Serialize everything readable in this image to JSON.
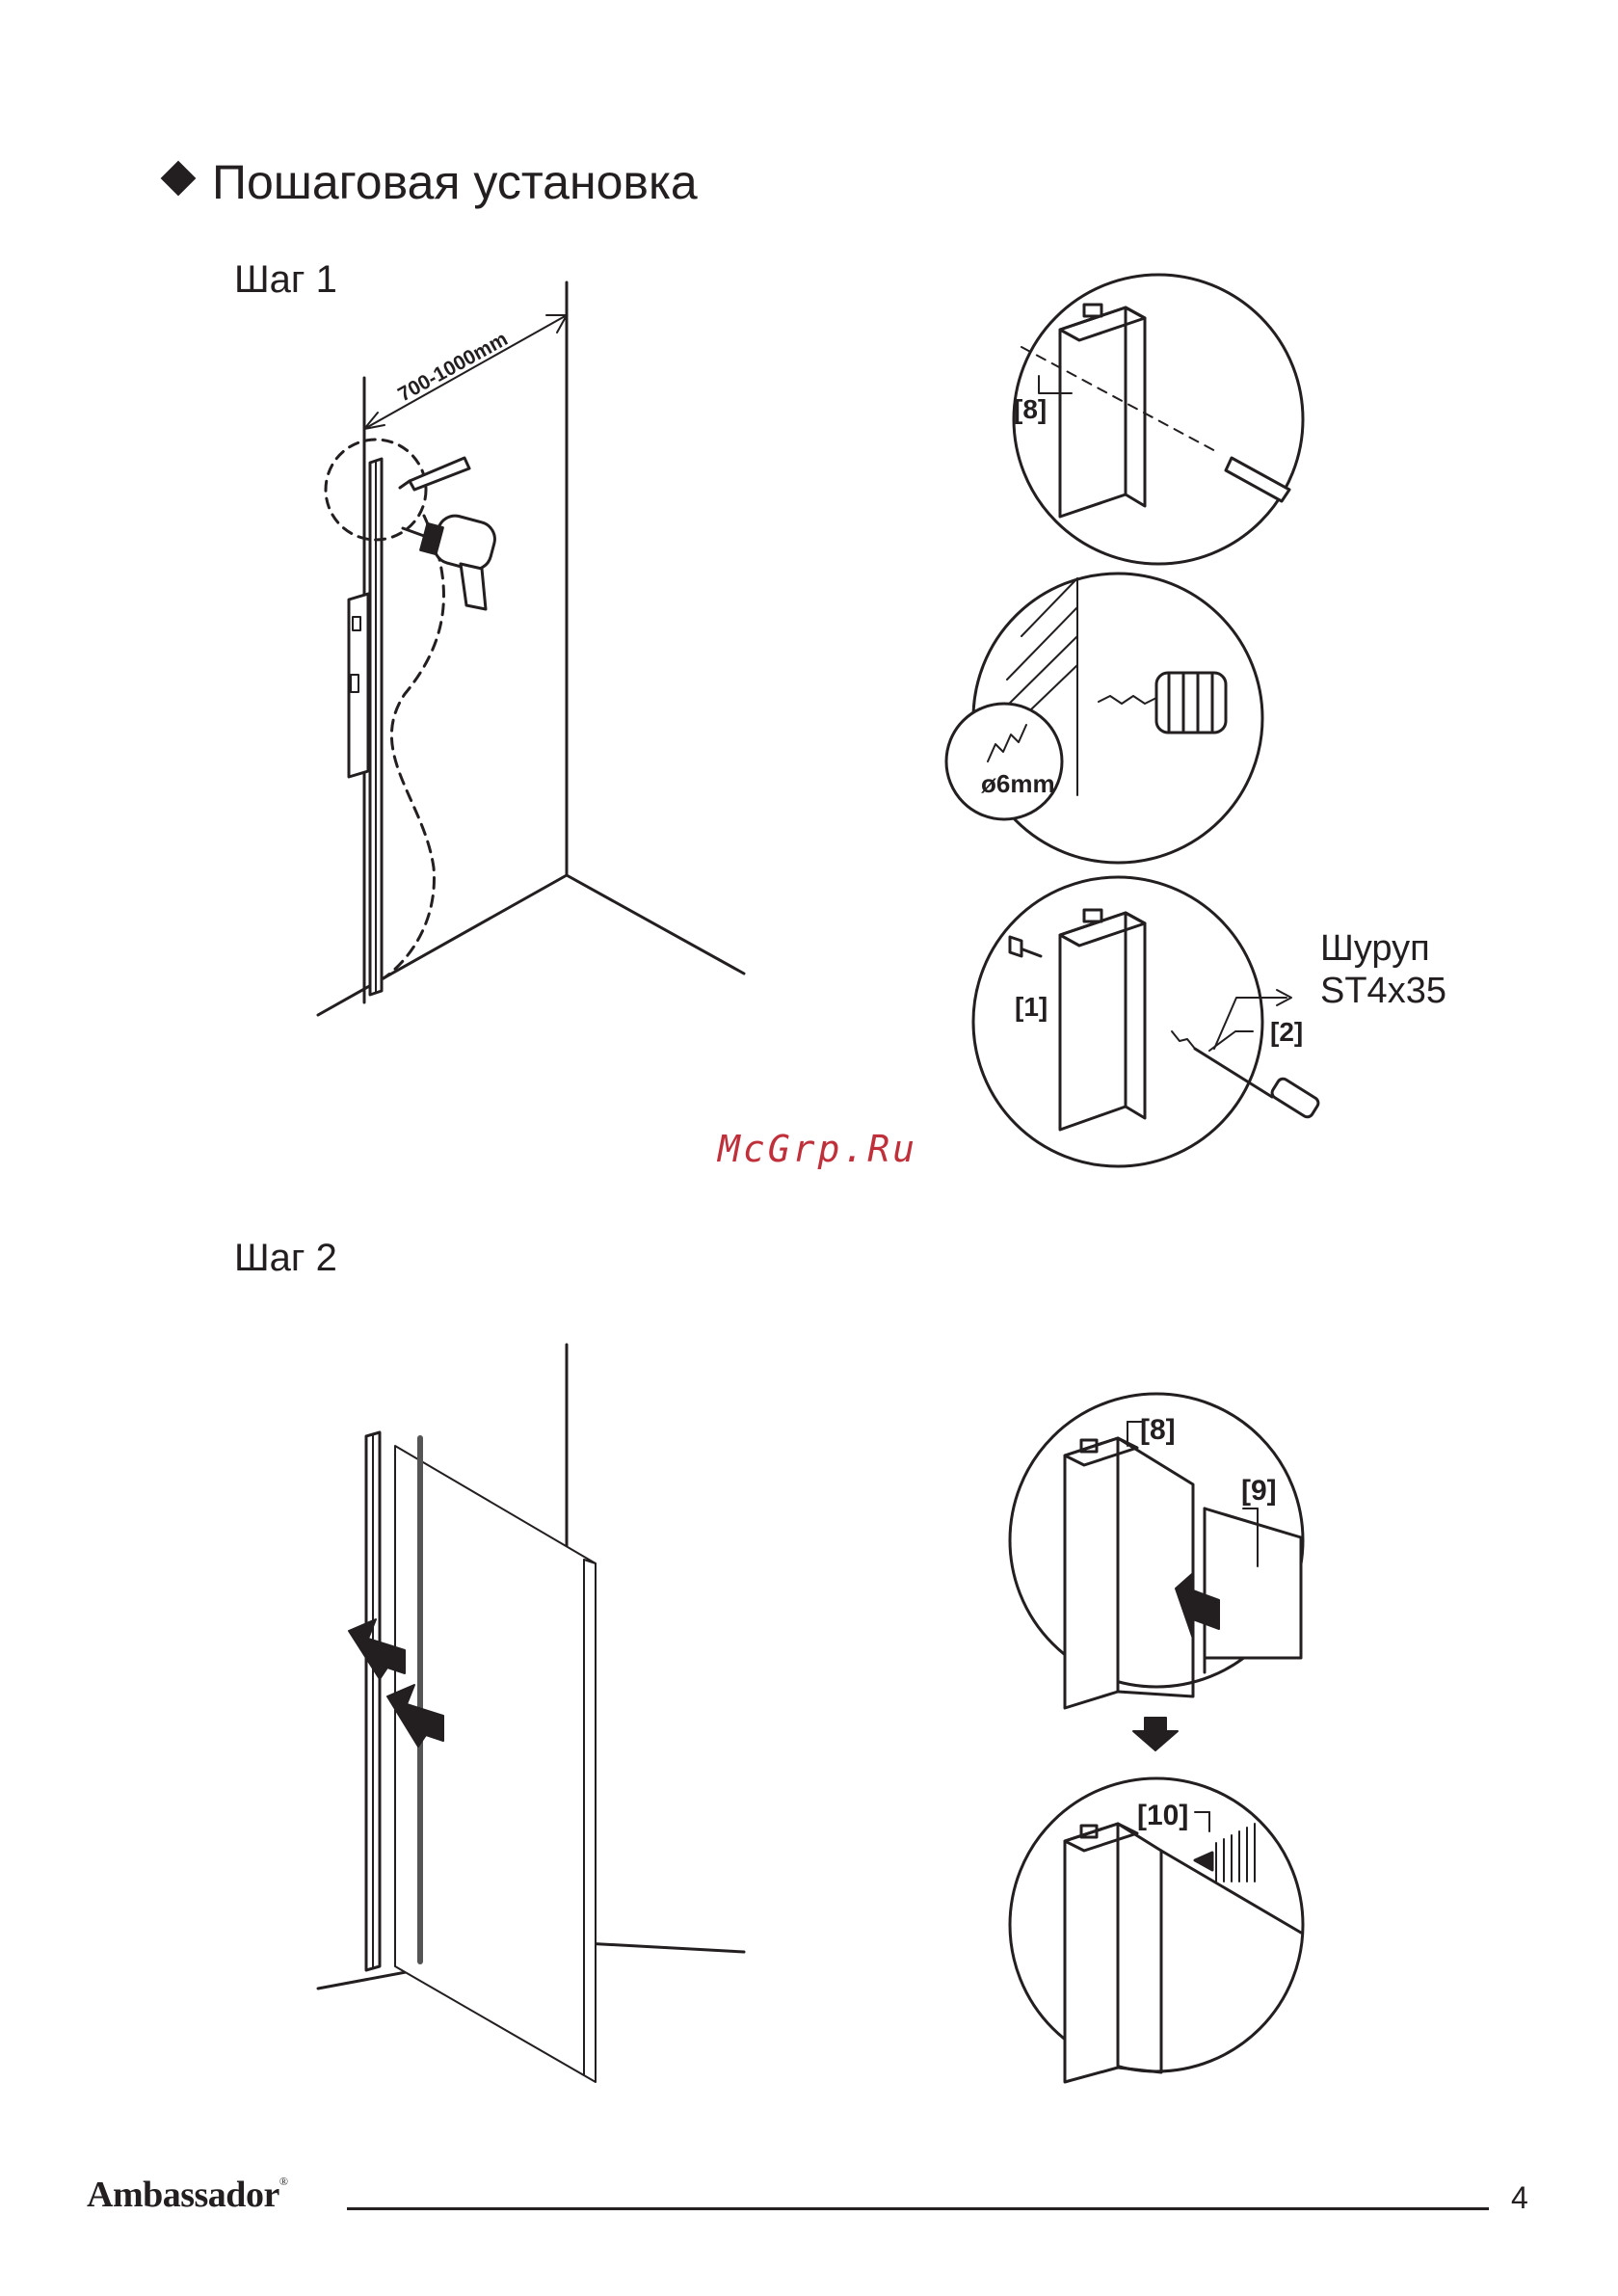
{
  "heading": "Пошаговая установка",
  "steps": [
    {
      "label": "Шаг 1"
    },
    {
      "label": "Шаг 2"
    }
  ],
  "step1": {
    "dimension": "700-1000mm",
    "drill_size": "ø6mm",
    "screw_label": "Шуруп",
    "screw_spec": "ST4x35",
    "parts": {
      "profile": "[8]",
      "dowel": "[1]",
      "screw": "[2]"
    }
  },
  "step2": {
    "parts": {
      "profile": "[8]",
      "glass": "[9]",
      "seal": "[10]"
    }
  },
  "watermark": "McGrp.Ru",
  "footer": {
    "brand": "Ambassador",
    "page_number": "4"
  },
  "icons": [
    "diamond-bullet-icon",
    "drill-icon",
    "pencil-icon",
    "screwdriver-icon",
    "arrow-down-icon"
  ]
}
